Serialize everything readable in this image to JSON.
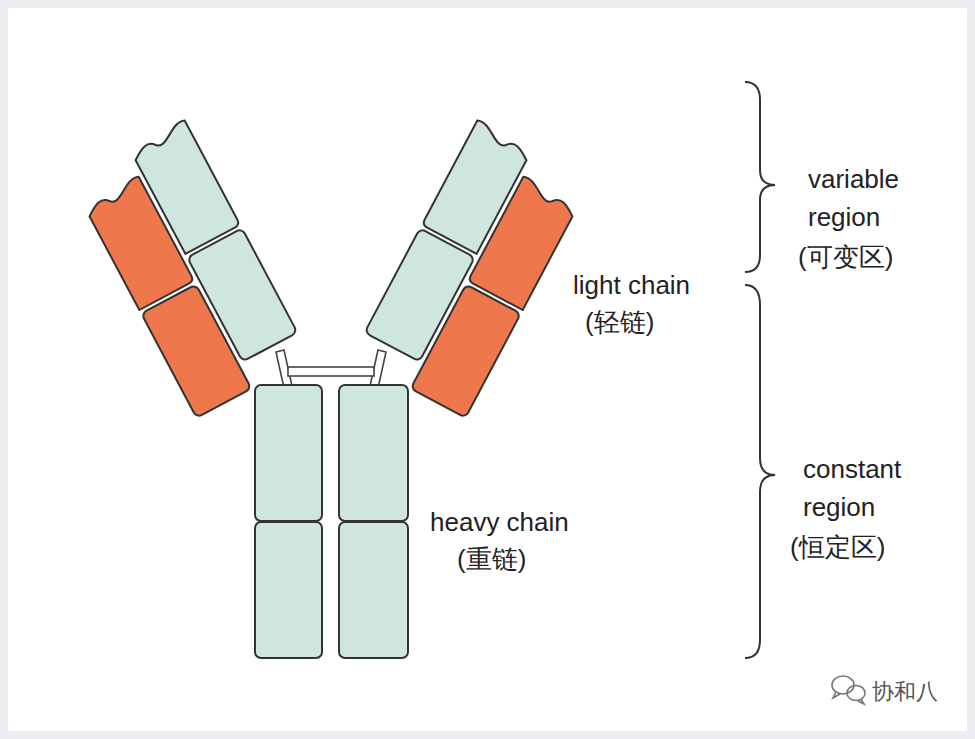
{
  "diagram": {
    "labels": [
      "variable region",
      "(可变区)",
      "light chain",
      "(轻链)",
      "heavy chain",
      "(重链)",
      "constant region",
      "(恒定区)",
      "协和八"
    ]
  }
}
